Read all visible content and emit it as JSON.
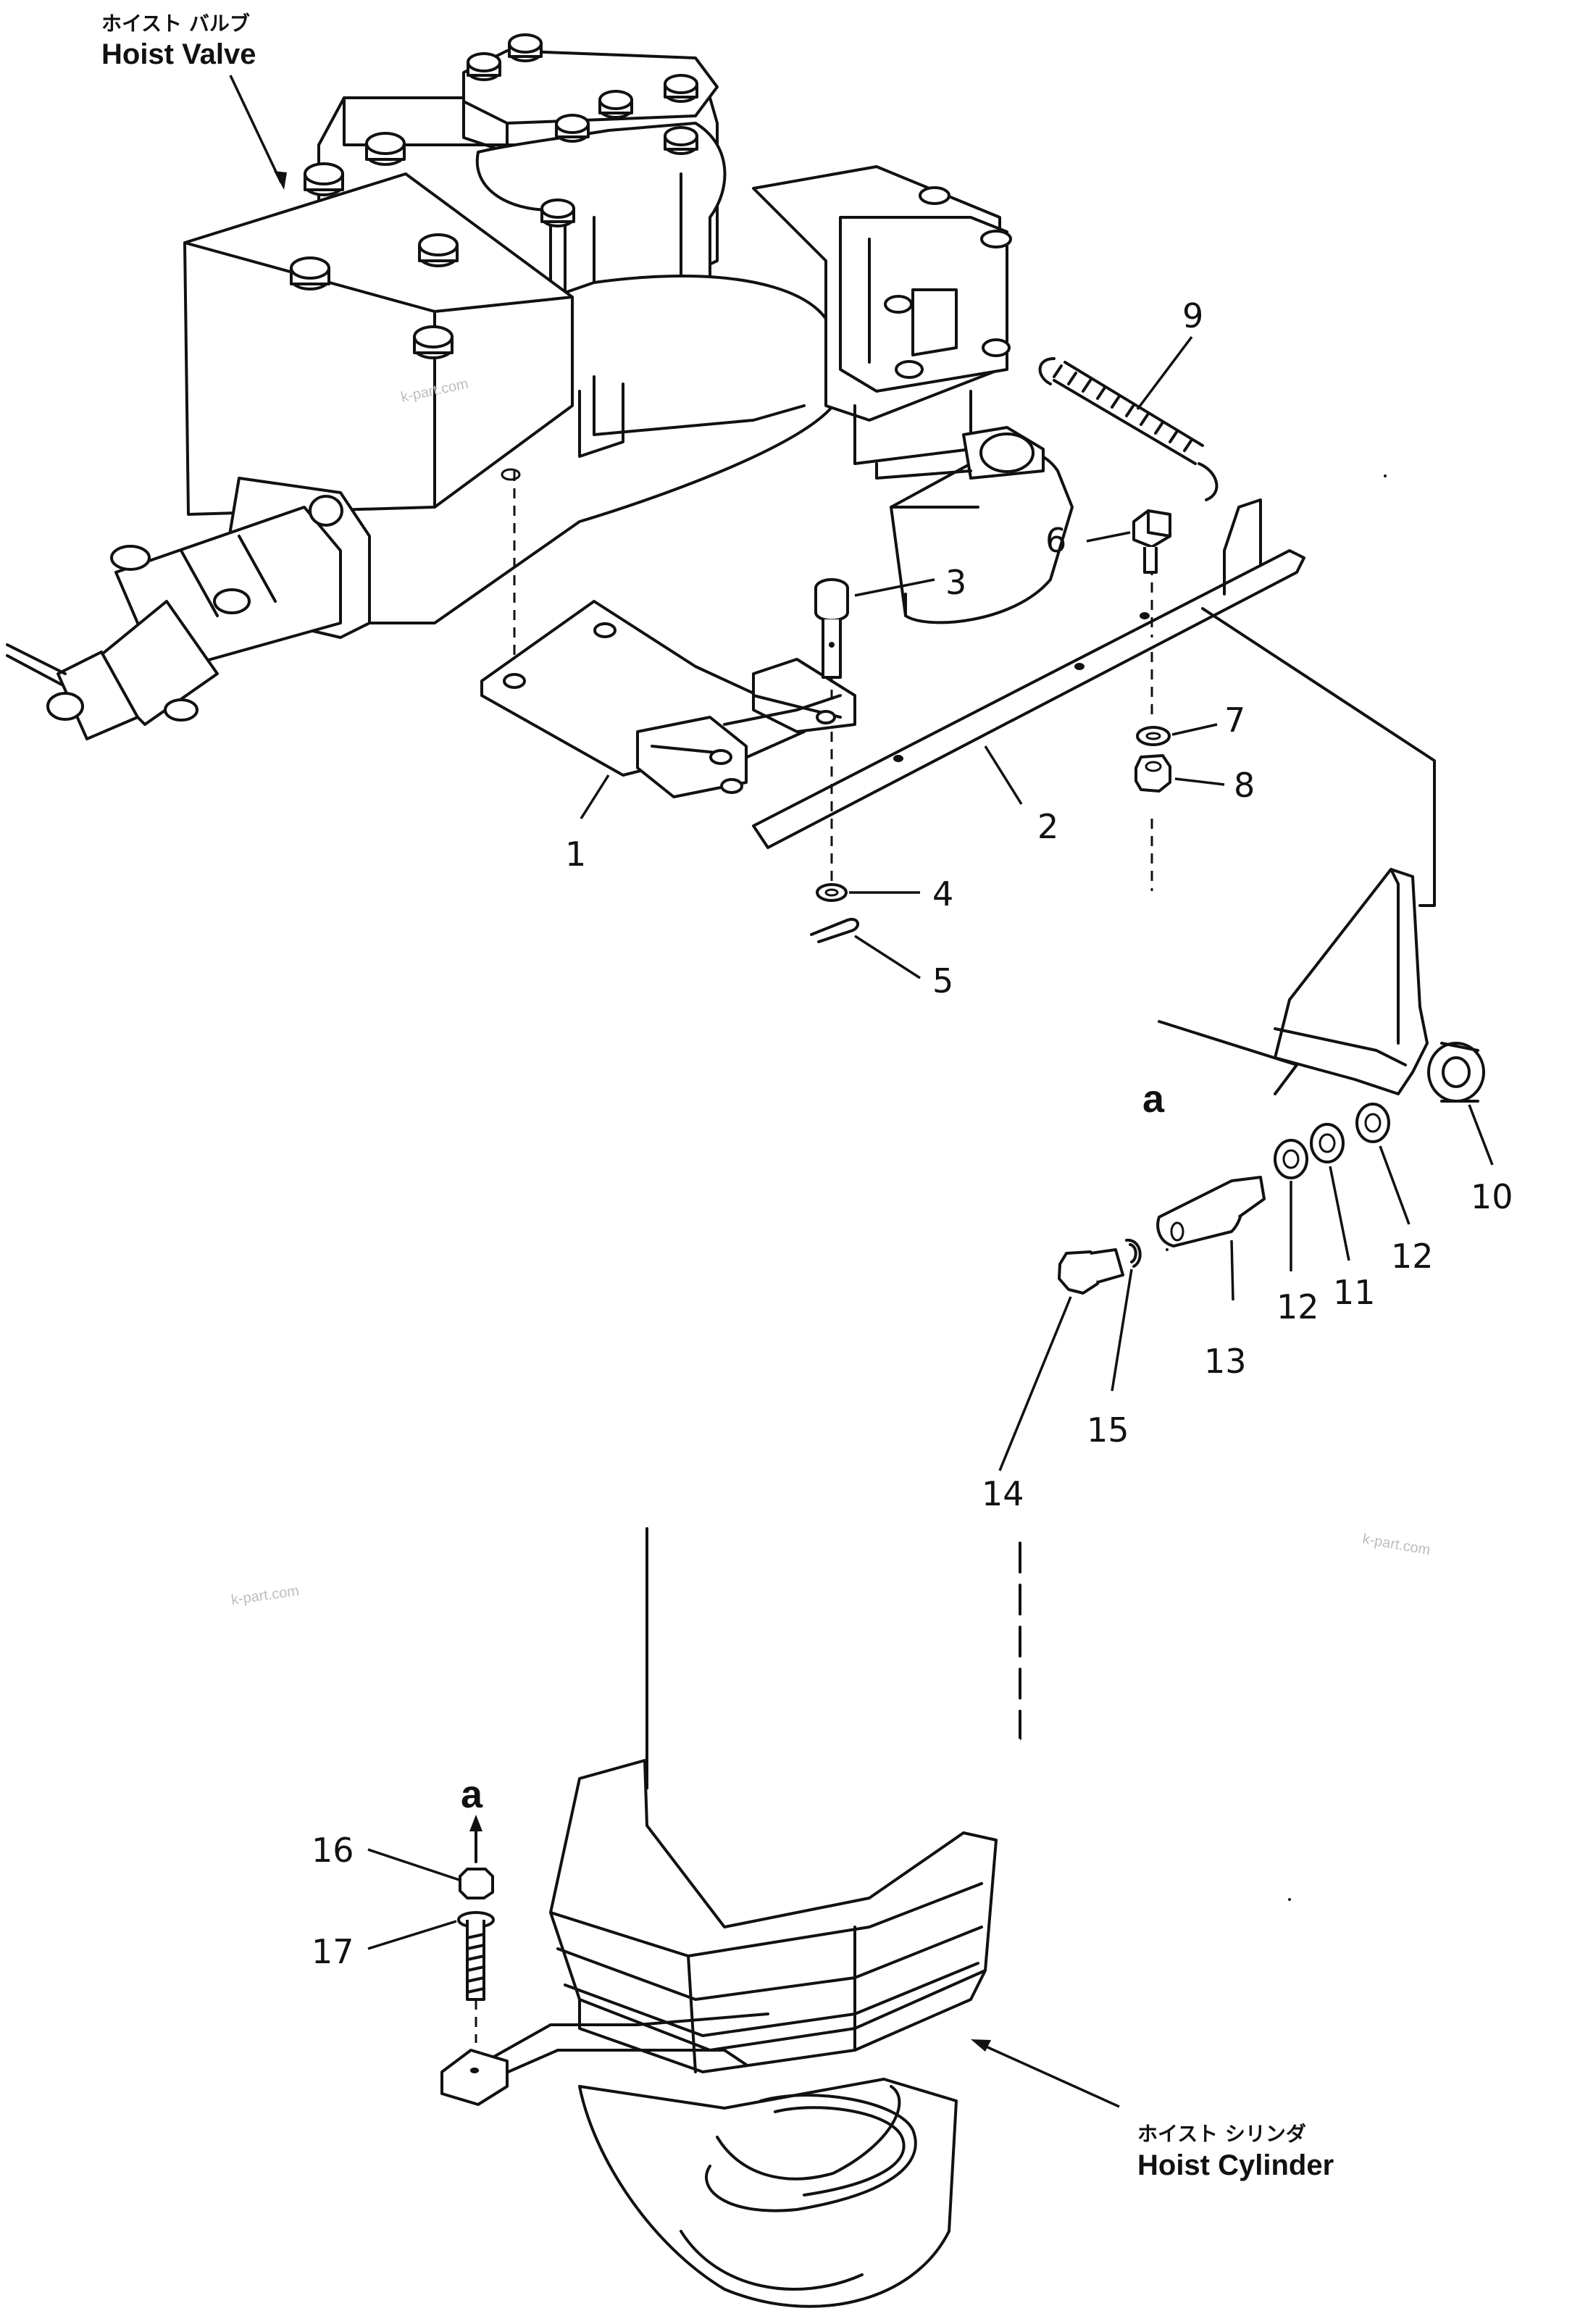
{
  "labels": {
    "hoist_valve_jp": "ホイスト バルブ",
    "hoist_valve_en": "Hoist  Valve",
    "hoist_cylinder_jp": "ホイスト シリンダ",
    "hoist_cylinder_en": "Hoist  Cylinder",
    "ref_a_top": "a",
    "ref_a_bottom": "a"
  },
  "part_numbers": [
    "1",
    "2",
    "3",
    "4",
    "5",
    "6",
    "7",
    "8",
    "9",
    "10",
    "11",
    "12",
    "12",
    "13",
    "14",
    "15",
    "16",
    "17"
  ],
  "watermarks": [
    "k-part.com",
    "k-part.com",
    "k-part.com"
  ],
  "colors": {
    "ink": "#111111",
    "paper": "#ffffff",
    "watermark": "#bdbdbd"
  }
}
